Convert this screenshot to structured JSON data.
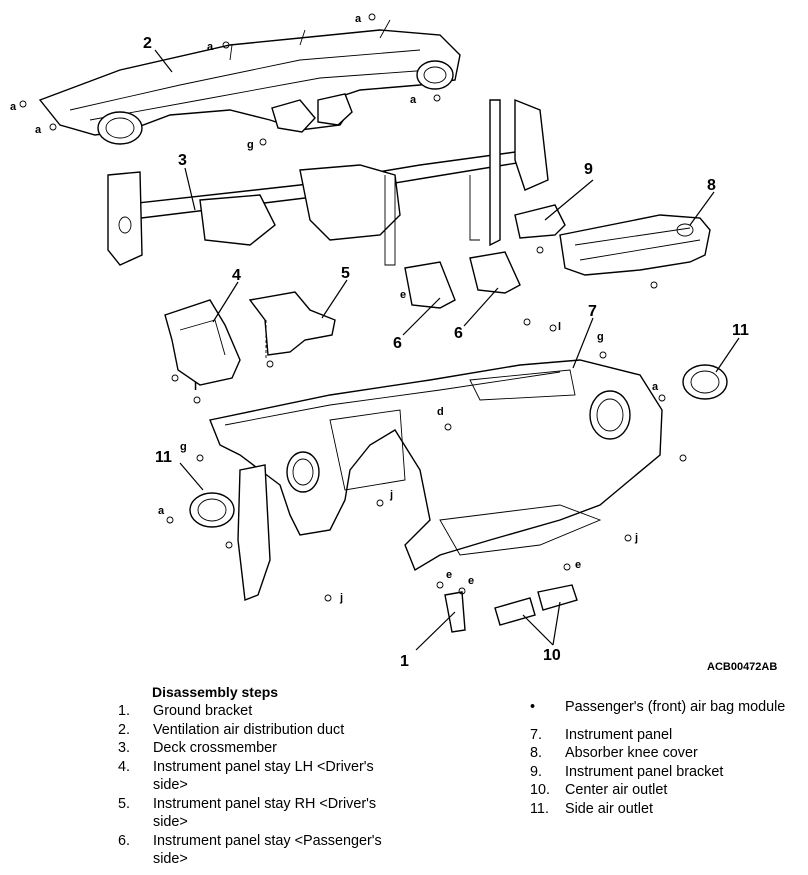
{
  "diagram": {
    "callouts": [
      "1",
      "2",
      "3",
      "4",
      "5",
      "6",
      "6",
      "7",
      "8",
      "9",
      "10",
      "11",
      "11"
    ],
    "fasteners": [
      "a",
      "a",
      "a",
      "a",
      "a",
      "a",
      "a",
      "g",
      "g",
      "g",
      "d",
      "e",
      "e",
      "e",
      "e",
      "l",
      "l",
      "j",
      "j",
      "j"
    ],
    "code": "ACB00472AB"
  },
  "legend": {
    "title": "Disassembly steps",
    "steps": [
      {
        "num": "1.",
        "text": "Ground bracket"
      },
      {
        "num": "2.",
        "text": "Ventilation air distribution duct"
      },
      {
        "num": "3.",
        "text": "Deck crossmember"
      },
      {
        "num": "4.",
        "text": "Instrument panel stay LH <Driver's side>"
      },
      {
        "num": "5.",
        "text": "Instrument panel stay RH <Driver's side>"
      },
      {
        "num": "6.",
        "text": "Instrument panel stay <Passenger's side>"
      }
    ],
    "bullet_item": {
      "symbol": "•",
      "text": "Passenger's (front) air bag module"
    },
    "steps_right": [
      {
        "num": "7.",
        "text": "Instrument panel"
      },
      {
        "num": "8.",
        "text": "Absorber knee cover"
      },
      {
        "num": "9.",
        "text": "Instrument panel bracket"
      },
      {
        "num": "10.",
        "text": "Center air outlet"
      },
      {
        "num": "11.",
        "text": "Side air outlet"
      }
    ]
  }
}
